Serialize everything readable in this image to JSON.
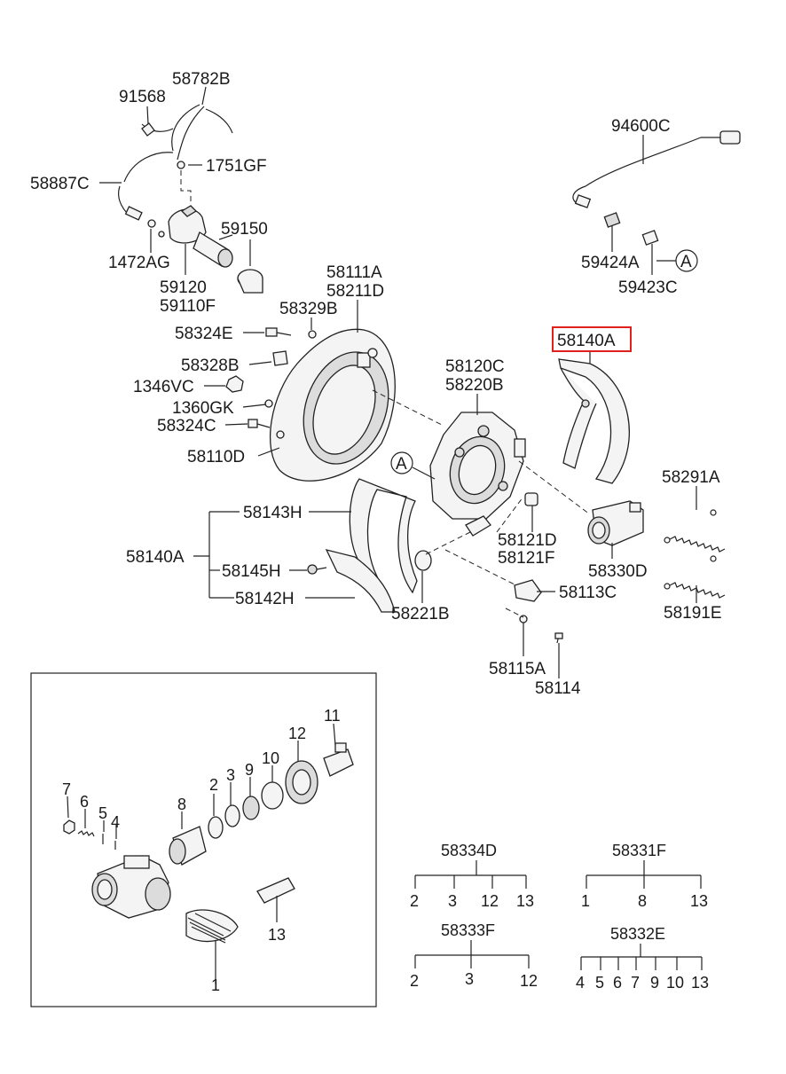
{
  "labels": {
    "p91568": "91568",
    "p58782B": "58782B",
    "p1751GF": "1751GF",
    "p58887C": "58887C",
    "p59150": "59150",
    "p1472AG": "1472AG",
    "p59120": "59120",
    "p59110F": "59110F",
    "p94600C": "94600C",
    "p59424A": "59424A",
    "p59423C": "59423C",
    "refA_top": "A",
    "p58111A": "58111A",
    "p58211D": "58211D",
    "p58329B": "58329B",
    "p58324E": "58324E",
    "p58328B": "58328B",
    "p1346VC": "1346VC",
    "p1360GK": "1360GK",
    "p58324C": "58324C",
    "p58110D": "58110D",
    "p58140A_highlight": "58140A",
    "p58120C": "58120C",
    "p58220B": "58220B",
    "refA_mid": "A",
    "p58291A": "58291A",
    "p58143H": "58143H",
    "p58140A": "58140A",
    "p58145H": "58145H",
    "p58142H": "58142H",
    "p58121D": "58121D",
    "p58121F": "58121F",
    "p58330D": "58330D",
    "p58113C": "58113C",
    "p58191E": "58191E",
    "p58221B": "58221B",
    "p58115A": "58115A",
    "p58114": "58114"
  },
  "inset": {
    "n1": "1",
    "n2": "2",
    "n3": "3",
    "n4": "4",
    "n5": "5",
    "n6": "6",
    "n7": "7",
    "n8": "8",
    "n9": "9",
    "n10": "10",
    "n11": "11",
    "n12": "12",
    "n13": "13"
  },
  "kits": {
    "k58334D": {
      "title": "58334D",
      "items": [
        "2",
        "3",
        "12",
        "13"
      ]
    },
    "k58331F": {
      "title": "58331F",
      "items": [
        "1",
        "8",
        "13"
      ]
    },
    "k58333F": {
      "title": "58333F",
      "items": [
        "2",
        "3",
        "12"
      ]
    },
    "k58332E": {
      "title": "58332E",
      "items": [
        "4",
        "5",
        "6",
        "7",
        "9",
        "10",
        "13"
      ]
    }
  },
  "colors": {
    "highlight": "#e0201c",
    "ink": "#222222"
  }
}
